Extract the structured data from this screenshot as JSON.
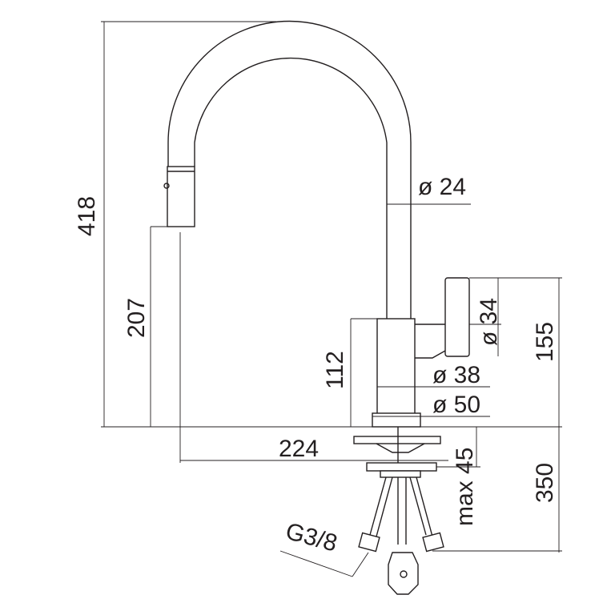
{
  "title": "Kitchen faucet with pull-out spout – dimension drawing",
  "dimensions": {
    "total_height": "418",
    "spout_outlet_height": "207",
    "body_height": "112",
    "spout_tube_diameter": "ø 24",
    "lever_diameter": "ø 34",
    "lever_height": "155",
    "body_diameter": "ø 38",
    "base_diameter": "ø 50",
    "spout_reach": "224",
    "max_deck_thickness": "max 45",
    "hose_length": "350",
    "connection_thread": "G3/8"
  }
}
